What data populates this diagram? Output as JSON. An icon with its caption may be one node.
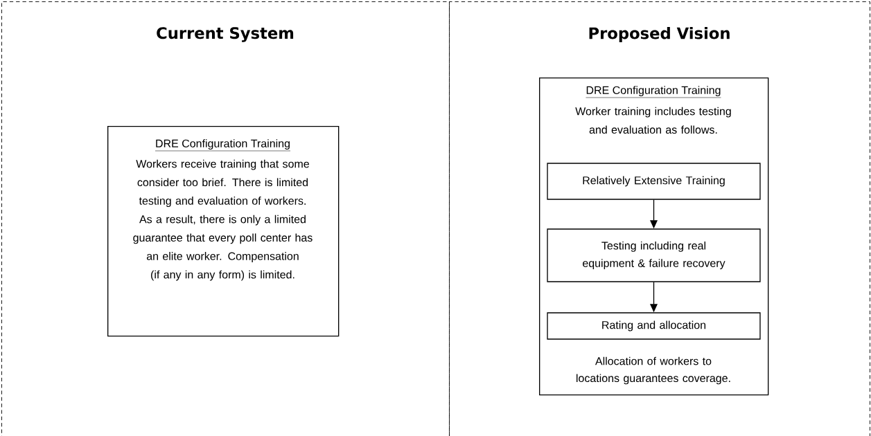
{
  "diagram": {
    "nodes": [
      {
        "text": [
          "Current System"
        ]
      },
      {
        "text": [
          "DRE Configuration Training",
          "Workers receive training that some consider too brief.  There is limited testing and evaluation of workers.  As a result, there is only a limited guarantee that every poll center has an elite worker. Compensation (if any in any form) is limited."
        ],
        "in": 0
      },
      {
        "text": [
          "Proposed Vision"
        ]
      },
      {
        "text": [
          "DRE Configuration Training",
          "Worker training includes testing and evaluation as follows.",
          "Allocation of workers to locations guarantees coverage."
        ],
        "in": 2
      },
      {
        "text": [
          "Relatively Extensive Training"
        ],
        "in": 3
      },
      {
        "text": [
          "Testing including real equipment & failure recovery"
        ],
        "in": 3
      },
      {
        "text": [
          "Rating and allocation"
        ],
        "in": 3
      }
    ],
    "edges": [
      {
        "from": 4,
        "to": 5,
        "arrow": "to"
      },
      {
        "from": 5,
        "to": 6,
        "arrow": "to"
      }
    ]
  }
}
